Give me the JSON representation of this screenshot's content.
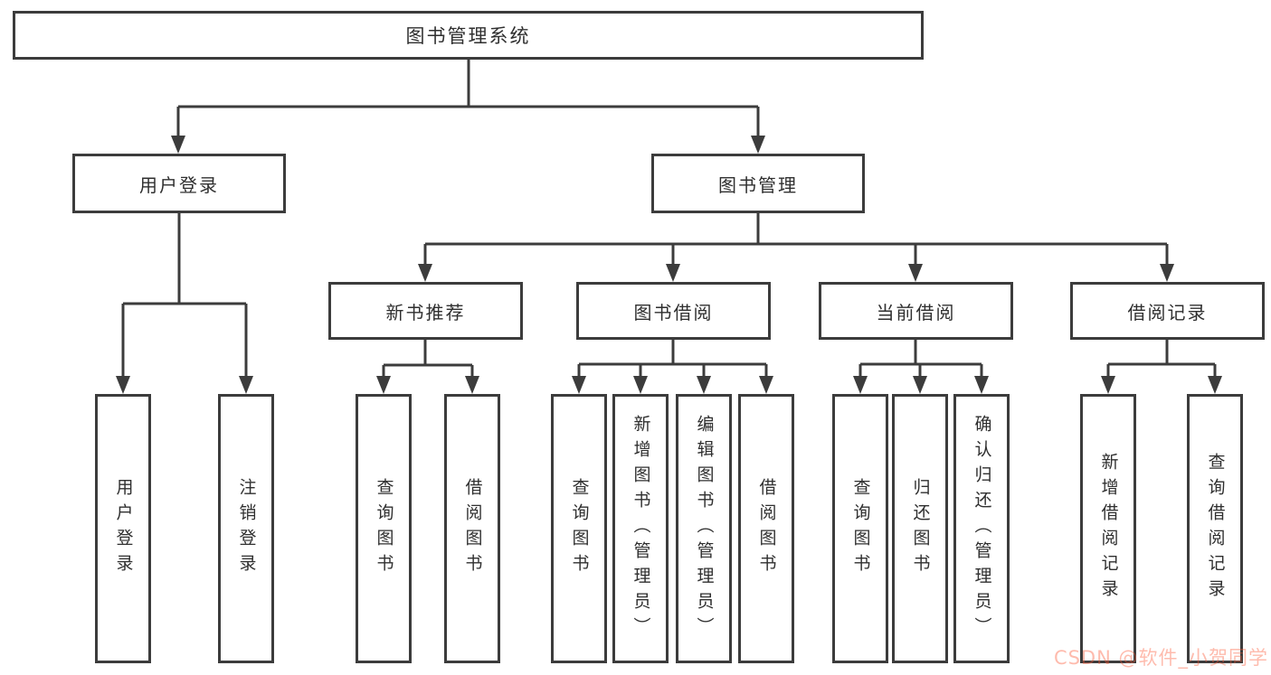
{
  "diagram_title": "图书管理系统",
  "tree": {
    "label": "图书管理系统",
    "children": [
      {
        "label": "用户登录",
        "children": [
          {
            "label": "用户登录"
          },
          {
            "label": "注销登录"
          }
        ]
      },
      {
        "label": "图书管理",
        "children": [
          {
            "label": "新书推荐",
            "children": [
              {
                "label": "查询图书"
              },
              {
                "label": "借阅图书"
              }
            ]
          },
          {
            "label": "图书借阅",
            "children": [
              {
                "label": "查询图书"
              },
              {
                "label": "新增图书（管理员）"
              },
              {
                "label": "编辑图书（管理员）"
              },
              {
                "label": "借阅图书"
              }
            ]
          },
          {
            "label": "当前借阅",
            "children": [
              {
                "label": "查询图书"
              },
              {
                "label": "归还图书"
              },
              {
                "label": "确认归还（管理员）"
              }
            ]
          },
          {
            "label": "借阅记录",
            "children": [
              {
                "label": "新增借阅记录"
              },
              {
                "label": "查询借阅记录"
              }
            ]
          }
        ]
      }
    ]
  },
  "watermark": {
    "text": "CSDN @软件_小贺同学",
    "color": "#FC5531"
  },
  "style_colors": {
    "line_and_border": "#3c3c3c",
    "text": "#2f2f2f",
    "background": "#ffffff"
  }
}
